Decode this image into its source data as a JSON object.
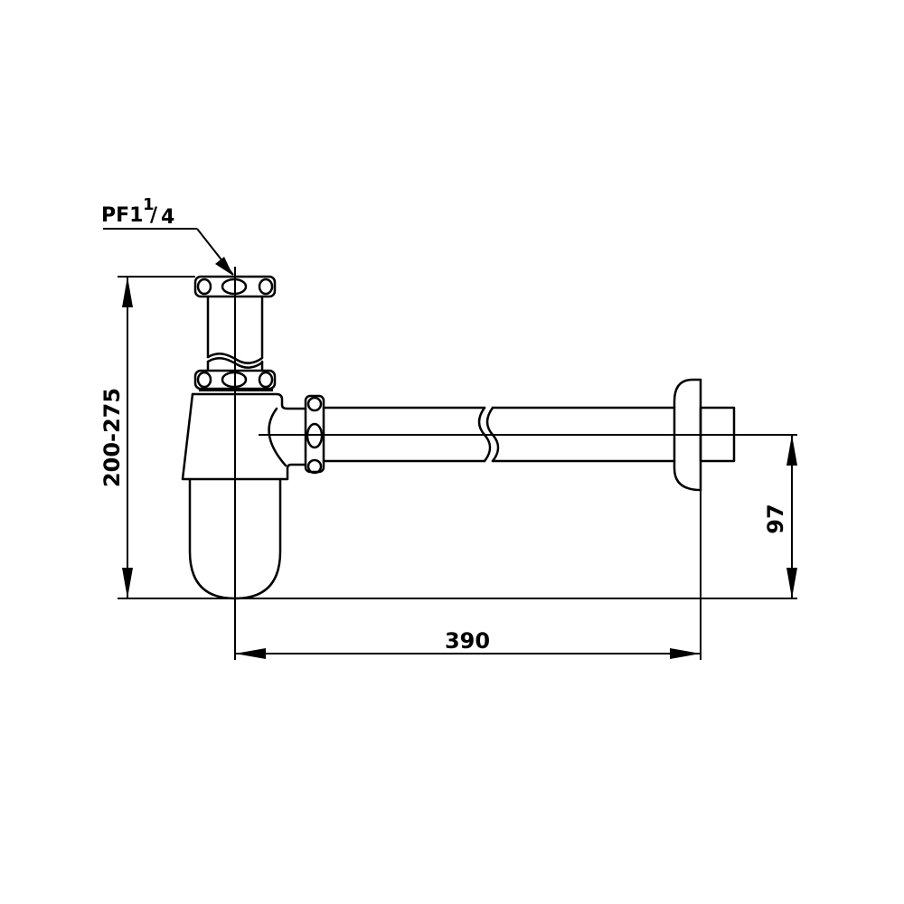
{
  "drawing": {
    "subject": "bottle trap with wall outlet pipe",
    "thread_label": {
      "prefix": "PF1",
      "numerator": "1",
      "slash": "/",
      "denominator": "4"
    },
    "dimensions": {
      "height_range": "200-275",
      "horizontal_length": "390",
      "outlet_height": "97"
    },
    "colors": {
      "line": "#000000",
      "background": "#ffffff"
    }
  }
}
